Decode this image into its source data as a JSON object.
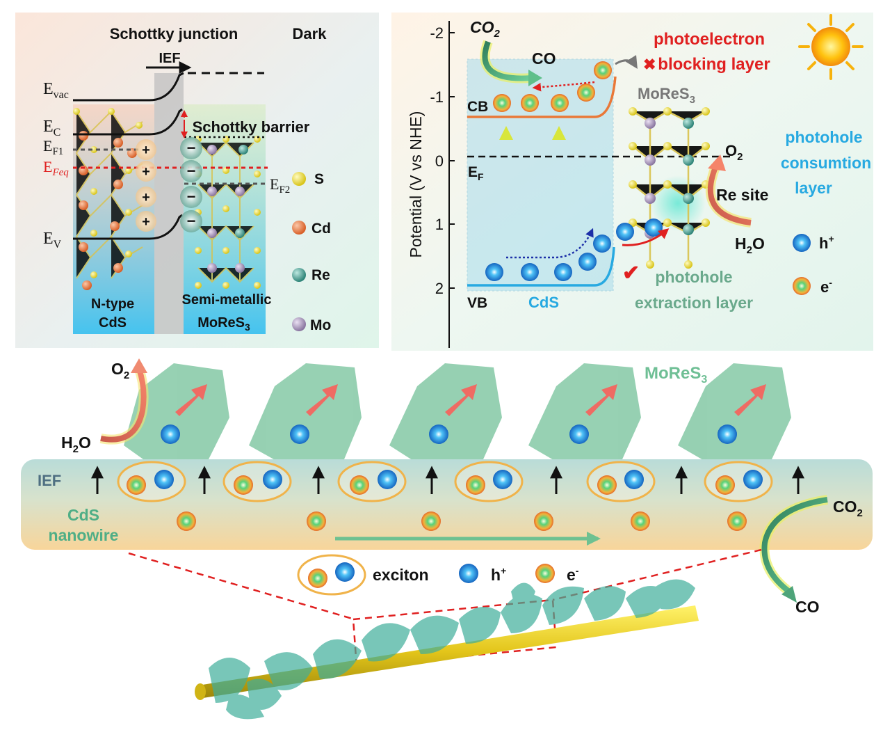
{
  "panel_a": {
    "title": "Schottky junction",
    "condition": "Dark",
    "ief": "IEF",
    "e_vac": "E",
    "e_vac_sub": "vac",
    "e_c": "E",
    "e_c_sub": "C",
    "e_f1": "E",
    "e_f1_sub": "F1",
    "e_feq": "E",
    "e_feq_sub": "Feq",
    "e_f2": "E",
    "e_f2_sub": "F2",
    "e_v": "E",
    "e_v_sub": "V",
    "barrier": "Schottky barrier",
    "left_label_1": "N-type",
    "left_label_2": "CdS",
    "right_label_1": "Semi-metallic",
    "right_label_2": "MoReS",
    "right_label_2_sub": "3",
    "plus": "+",
    "minus": "−",
    "legend": [
      {
        "label": "S",
        "color": "#e6d62a"
      },
      {
        "label": "Cd",
        "color": "#e2783c"
      },
      {
        "label": "Re",
        "color": "#3f9c8e"
      },
      {
        "label": "Mo",
        "color": "#a592b3"
      }
    ]
  },
  "panel_b": {
    "ylabel": "Potential (V vs NHE)",
    "ticks": [
      "-2",
      "-1",
      "0",
      "1",
      "2"
    ],
    "co2": "CO",
    "co2_sub": "2",
    "co": "CO",
    "cb": "CB",
    "vb": "VB",
    "cds": "CdS",
    "ef": "E",
    "ef_sub": "F",
    "blocking_1": "photoelectron",
    "blocking_2": "blocking layer",
    "mores3": "MoReS",
    "mores3_sub": "3",
    "o2": "O",
    "o2_sub": "2",
    "re_site": "Re site",
    "h2o": "H",
    "h2o_sub": "2",
    "h2o_tail": "O",
    "consumption_1": "photohole",
    "consumption_2": "consumtion",
    "consumption_3": "layer",
    "extraction_1": "photohole",
    "extraction_2": "extraction layer",
    "hole": "h",
    "hole_sup": "+",
    "electron": "e",
    "electron_sup": "-",
    "cross": "✖",
    "check": "✔"
  },
  "panel_c": {
    "o2": "O",
    "o2_sub": "2",
    "h2o": "H",
    "h2o_sub": "2",
    "h2o_tail": "O",
    "mores3": "MoReS",
    "mores3_sub": "3",
    "ief": "IEF",
    "cds_1": "CdS",
    "cds_2": "nanowire",
    "co2": "CO",
    "co2_sub": "2",
    "co": "CO",
    "exciton": "exciton",
    "hole": "h",
    "hole_sup": "+",
    "electron": "e",
    "electron_sup": "-"
  },
  "colors": {
    "hole": "#2d8fe0",
    "electron": "#f0a030",
    "red": "#e02020",
    "teal_text": "#4fae86",
    "cyan_text": "#27a9e1",
    "mores3_green": "#6fbf95"
  }
}
